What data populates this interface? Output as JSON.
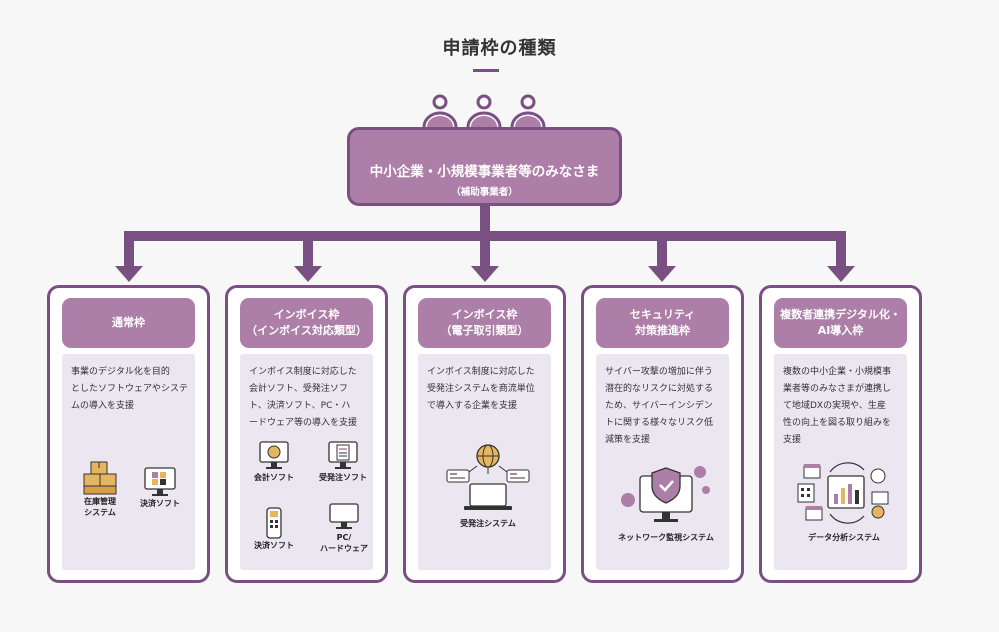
{
  "title": "申請枠の種類",
  "hub": {
    "main": "中小企業・小規模事業者等のみなさま",
    "sub": "（補助事業者）"
  },
  "colors": {
    "accent_dark": "#7a4f82",
    "accent": "#ad7ea7",
    "panel": "#ebe6f0",
    "background": "#f7f7f7"
  },
  "cards": [
    {
      "heading": [
        "通常枠"
      ],
      "description": [
        "事業のデジタル化を目的",
        "としたソフトウェアやシステ",
        "ムの導入を支援"
      ],
      "items": [
        {
          "label": [
            "在庫管理",
            "システム"
          ],
          "icon": "boxes-icon"
        },
        {
          "label": [
            "決済ソフト"
          ],
          "icon": "payment-monitor-icon"
        }
      ]
    },
    {
      "heading": [
        "インボイス枠",
        "（インボイス対応類型）"
      ],
      "description": [
        "インボイス制度に対応した",
        "会計ソフト、受発注ソフ",
        "ト、決済ソフト、PC・ハ",
        "ードウェア等の導入を支援"
      ],
      "items": [
        {
          "label": [
            "会計ソフト"
          ],
          "icon": "accounting-icon"
        },
        {
          "label": [
            "受発注ソフト"
          ],
          "icon": "order-document-icon"
        },
        {
          "label": [
            "決済ソフト"
          ],
          "icon": "card-terminal-icon"
        },
        {
          "label": [
            "PC/",
            "ハードウェア"
          ],
          "icon": "pc-icon"
        }
      ]
    },
    {
      "heading": [
        "インボイス枠",
        "（電子取引類型）"
      ],
      "description": [
        "インボイス制度に対応した",
        "受発注システムを商流単位",
        "で導入する企業を支援"
      ],
      "items": [
        {
          "label": [
            "受発注システム"
          ],
          "icon": "globe-laptop-icon"
        }
      ]
    },
    {
      "heading": [
        "セキュリティ",
        "対策推進枠"
      ],
      "description": [
        "サイバー攻撃の増加に伴う",
        "潜在的なリスクに対処する",
        "ため、サイバーインシデン",
        "トに関する様々なリスク低",
        "減策を支援"
      ],
      "items": [
        {
          "label": [
            "ネットワーク監視システム"
          ],
          "icon": "shield-monitor-icon"
        }
      ]
    },
    {
      "heading": [
        "複数者連携デジタル化・",
        "AI導入枠"
      ],
      "description": [
        "複数の中小企業・小規模事",
        "業者等のみなさまが連携し",
        "て地域DXの実現や、生産",
        "性の向上を図る取り組みを",
        "支援"
      ],
      "items": [
        {
          "label": [
            "データ分析システム"
          ],
          "icon": "data-analysis-icon"
        }
      ]
    }
  ]
}
